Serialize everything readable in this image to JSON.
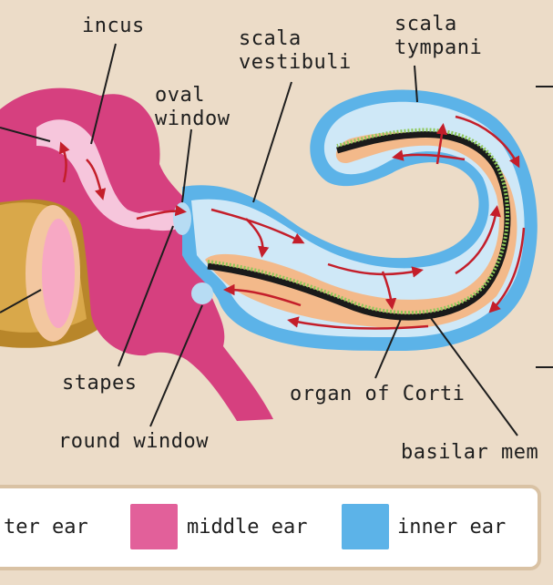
{
  "labels": {
    "incus": "incus",
    "scala_vestibuli": [
      "scala",
      "vestibuli"
    ],
    "scala_tympani": [
      "scala",
      "tympani"
    ],
    "oval_window": [
      "oval",
      "window"
    ],
    "stapes": "stapes",
    "round_window": "round window",
    "organ_of_corti": "organ of Corti",
    "basilar_membrane": "basilar mem"
  },
  "legend": [
    {
      "label": "ter ear",
      "color": "#b8862a"
    },
    {
      "label": "middle ear",
      "color": "#e2609a"
    },
    {
      "label": "inner ear",
      "color": "#5cb3e8"
    }
  ],
  "colors": {
    "background": "#ecdcc8",
    "middle_ear": "#d6407f",
    "middle_ear_light": "#f6c6dc",
    "inner_ear_outer": "#5cb3e8",
    "inner_ear_fluid": "#cfe8f7",
    "cochlear_duct": "#f3b98a",
    "basilar_membrane": "#1a1a1a",
    "organ_of_corti": "#8fc75a",
    "arrows": "#c41e2a",
    "outer_ear": "#b8862a"
  }
}
